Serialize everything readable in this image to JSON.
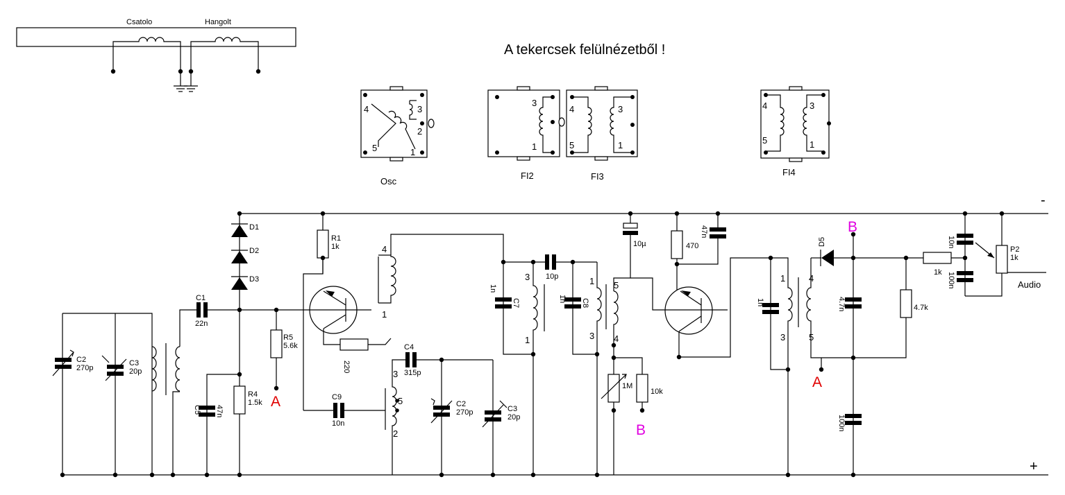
{
  "title": "A tekercsek felülnézetből !",
  "antenna": {
    "coupling_label": "Csatolo",
    "tuned_label": "Hangolt"
  },
  "coils": [
    {
      "name": "Osc",
      "pins": [
        "4",
        "3",
        "2",
        "5",
        "1"
      ]
    },
    {
      "name": "FI2",
      "pins": [
        "3",
        "1"
      ]
    },
    {
      "name": "FI3",
      "pins": [
        "4",
        "5",
        "3",
        "1"
      ]
    },
    {
      "name": "FI4",
      "pins": [
        "4",
        "5",
        "3",
        "1"
      ]
    }
  ],
  "rails": {
    "minus": "-",
    "plus": "+"
  },
  "output_label": "Audio",
  "markers": {
    "a": "A",
    "b": "B"
  },
  "components": {
    "D1": "D1",
    "D2": "D2",
    "D3": "D3",
    "C1_ref": "C1",
    "C1_val": "22n",
    "C2_ref": "C2",
    "C2_val": "270p",
    "C3_ref": "C3",
    "C3_val": "20p",
    "C4_ref": "C4",
    "C4_val": "315p",
    "C5_ref": "C5",
    "C5_val": "47n",
    "C7_ref": "C7",
    "C7_val": "1n",
    "C8_ref": "C8",
    "C8_val": "1n",
    "C9_ref": "C9",
    "C9_val": "10n",
    "C10p": "10p",
    "R1_ref": "R1",
    "R1_val": "1k",
    "R4_ref": "R4",
    "R4_val": "1.5k",
    "R5_ref": "R5",
    "R5_val": "5.6k",
    "R220": "220",
    "R1M": "1M",
    "R10k": "10k",
    "C10u": "10µ",
    "R470": "470",
    "C47n": "47n",
    "C1n_out": "1n",
    "D5": "D5",
    "C4_7n": "4.7n",
    "C100n": "100n",
    "R4_7k": "4.7k",
    "R1k_out": "1k",
    "C10n_top": "10n",
    "C100n_top": "100n",
    "P2_ref": "P2",
    "P2_val": "1k",
    "pin_4": "4",
    "pin_1": "1",
    "pin_3": "3",
    "pin_5": "5",
    "pin_2": "2"
  }
}
